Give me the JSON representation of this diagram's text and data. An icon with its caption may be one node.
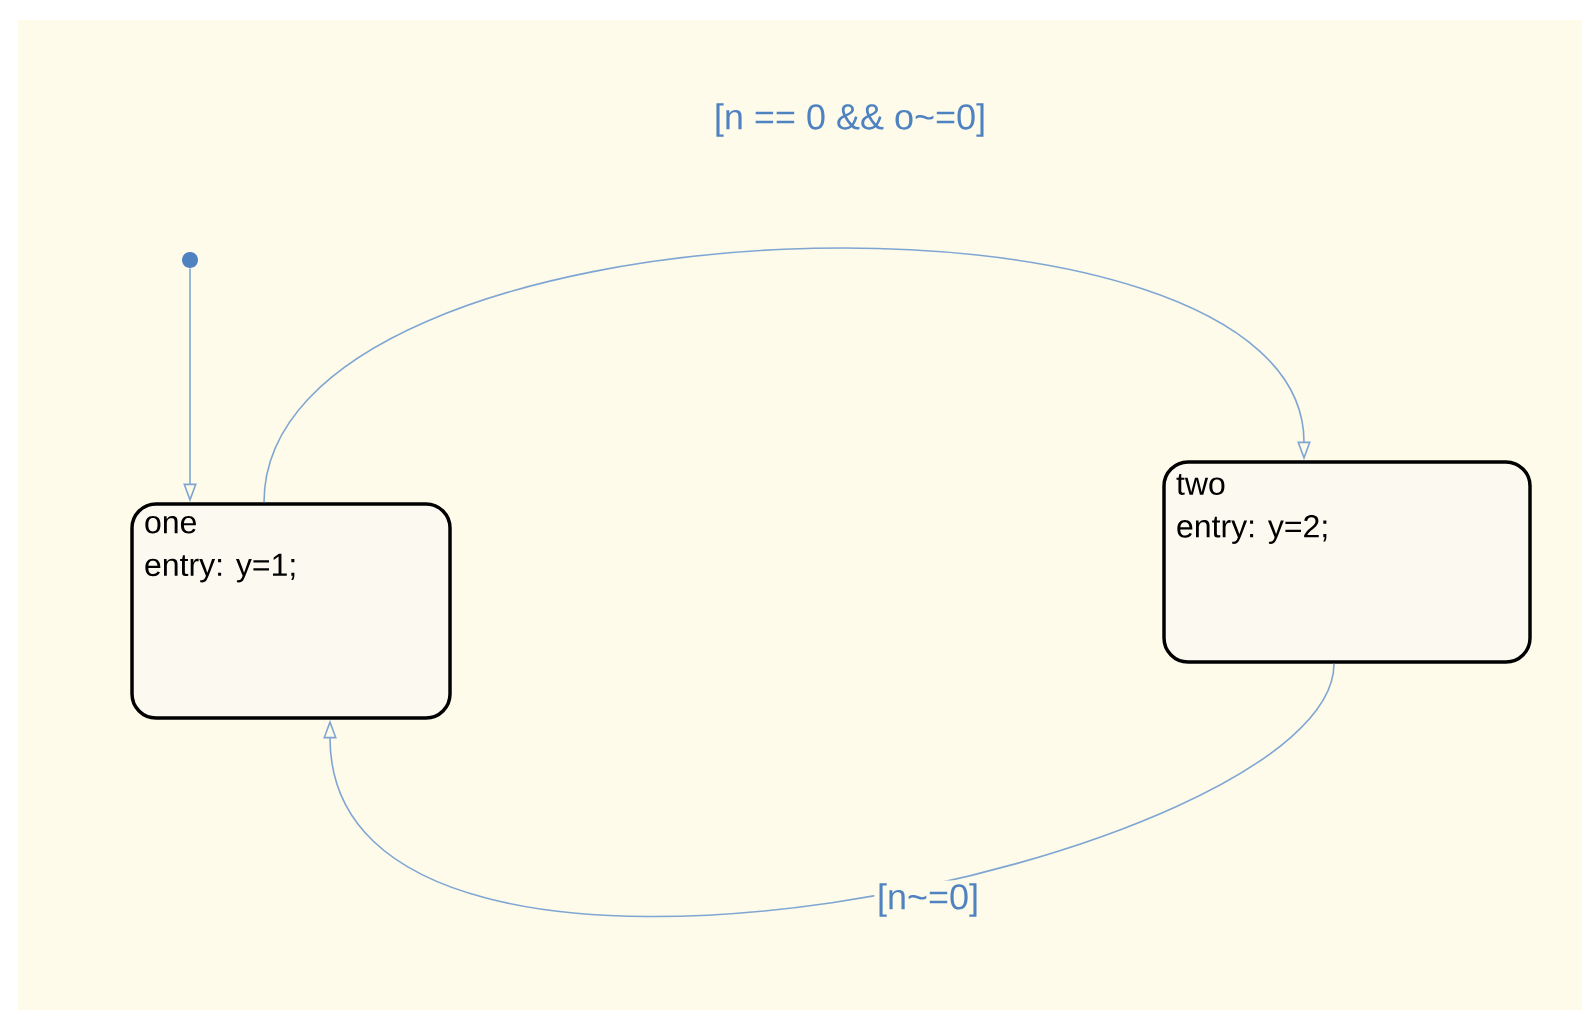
{
  "diagram": {
    "nodes": [
      {
        "text": [],
        "shape": "circle"
      },
      {
        "text": [
          "one",
          "entry: y=1;"
        ]
      },
      {
        "text": [
          "two",
          "entry: y=2;"
        ]
      }
    ],
    "edges": [
      {
        "from": 0,
        "to": 1,
        "arrow": "to"
      },
      {
        "from": 1,
        "to": 2,
        "arrow": "to",
        "label": "[n == 0 && o~=0]"
      },
      {
        "from": 2,
        "to": 1,
        "arrow": "to",
        "label": "[n~=0]"
      }
    ]
  }
}
